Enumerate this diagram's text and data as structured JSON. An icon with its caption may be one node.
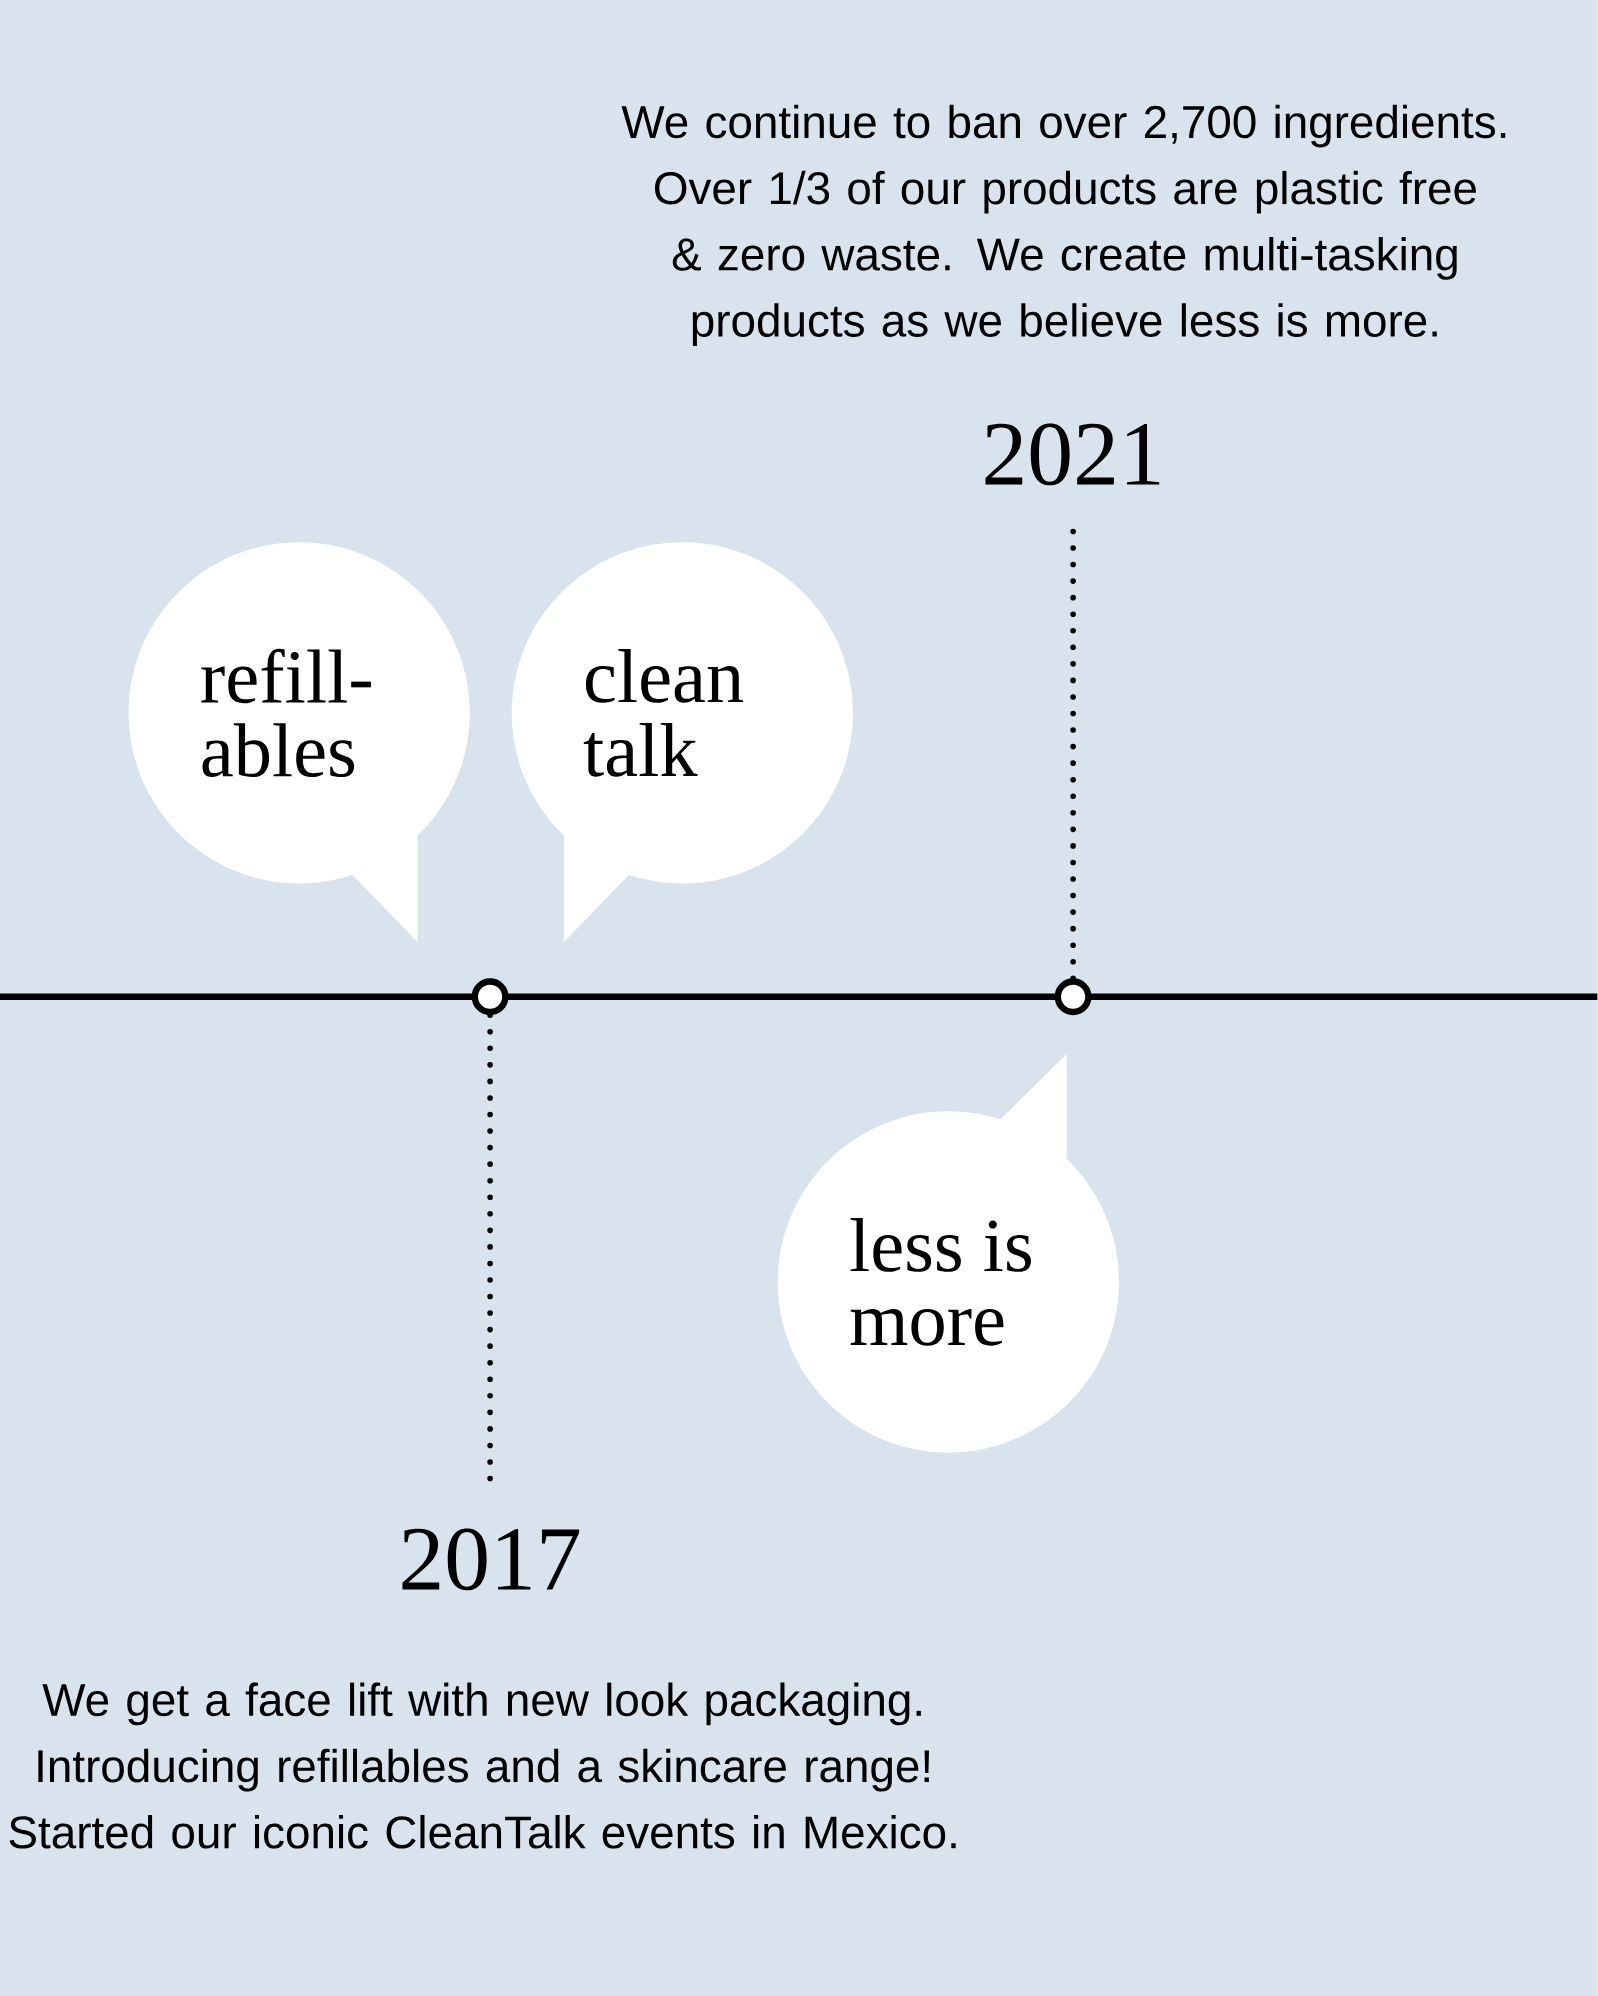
{
  "diagram": {
    "nodes": [
      {
        "text": [
          "We continue to ban over 2,700 ingredients. Over 1/3 of our products are plastic free & zero waste. We create multi-tasking products as we believe less is more."
        ]
      },
      {
        "text": [
          "2021"
        ]
      },
      {
        "text": [
          "refill- ables"
        ]
      },
      {
        "text": [
          "clean talk"
        ]
      },
      {
        "text": [],
        "shape": "circle"
      },
      {
        "text": [],
        "shape": "circle"
      },
      {
        "text": [
          "less is more"
        ]
      },
      {
        "text": [
          "2017"
        ]
      },
      {
        "text": [
          "We get a face lift with new look packaging. Introducing refillables and a skincare range! Started our iconic CleanTalk events in Mexico."
        ]
      }
    ],
    "edges": [
      {
        "from": 5,
        "to": 1,
        "arrow": "none",
        "style": "dashed"
      },
      {
        "from": 4,
        "to": 7,
        "arrow": "none",
        "style": "dashed"
      }
    ]
  }
}
